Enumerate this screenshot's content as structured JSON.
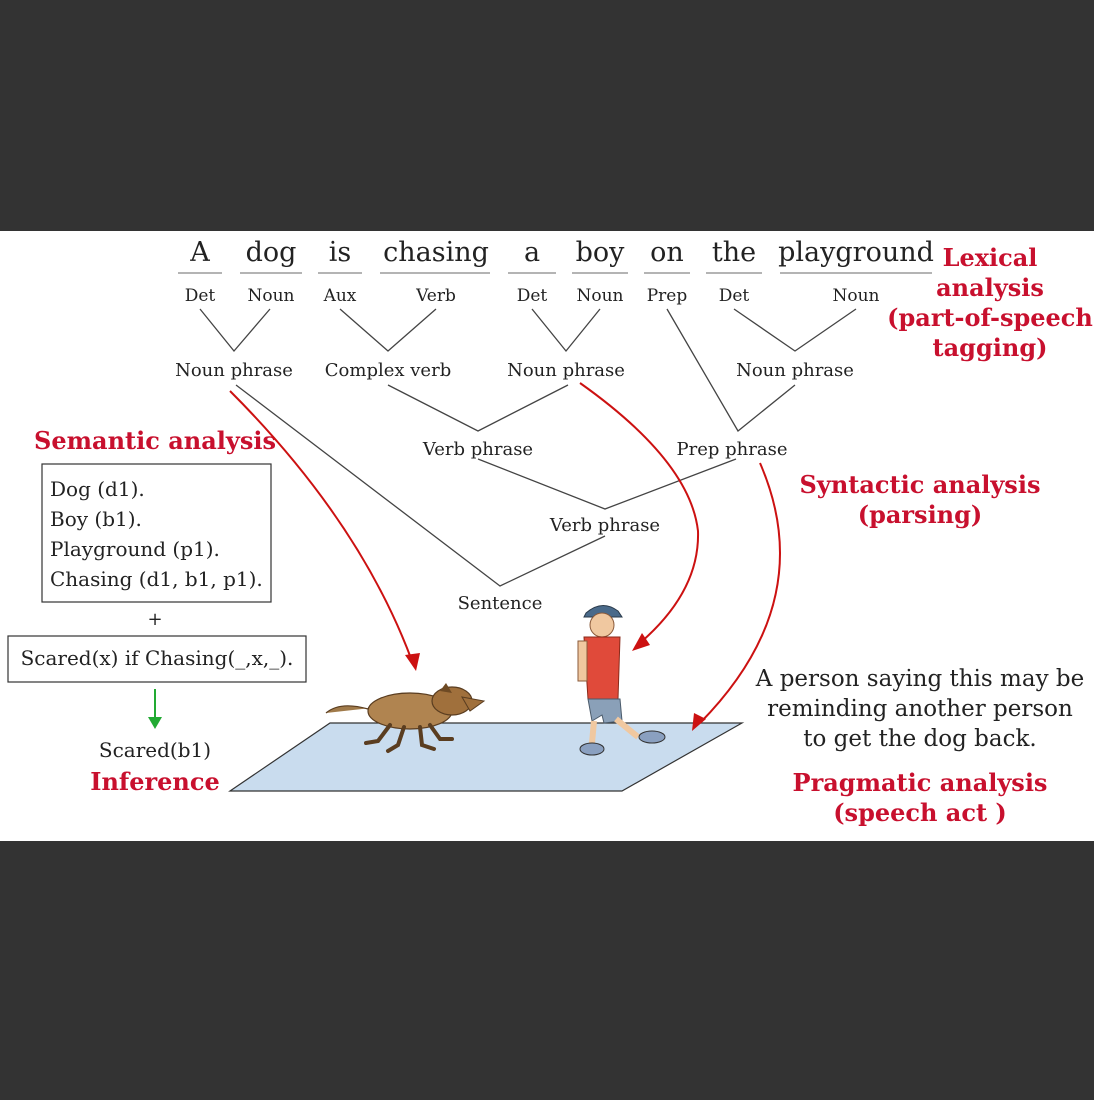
{
  "colors": {
    "background": "#333333",
    "panel": "#ffffff",
    "red_label": "#c8102e",
    "tree_line": "#444444",
    "arrow_red": "#cc1111",
    "arrow_green": "#22aa33",
    "ground": "#c9dcee"
  },
  "words": [
    "A",
    "dog",
    "is",
    "chasing",
    "a",
    "boy",
    "on",
    "the",
    "playground"
  ],
  "tags": [
    "Det",
    "Noun",
    "Aux",
    "Verb",
    "Det",
    "Noun",
    "Prep",
    "Det",
    "Noun"
  ],
  "phrases": {
    "np1": "Noun phrase",
    "cv": "Complex verb",
    "np2": "Noun phrase",
    "np3": "Noun phrase",
    "vp1": "Verb phrase",
    "pp": "Prep phrase",
    "vp2": "Verb phrase",
    "sentence": "Sentence"
  },
  "labels": {
    "lexical": [
      "Lexical",
      "analysis",
      "(part-of-speech",
      "tagging)"
    ],
    "syntactic": [
      "Syntactic analysis",
      "(parsing)"
    ],
    "semantic": "Semantic analysis",
    "inference": "Inference",
    "pragmatic": [
      "Pragmatic analysis",
      "(speech act )"
    ]
  },
  "semantic_facts": [
    "Dog (d1).",
    "Boy (b1).",
    "Playground (p1).",
    "Chasing (d1, b1, p1)."
  ],
  "plus": "+",
  "rule": "Scared(x) if Chasing(_,x,_).",
  "conclusion": "Scared(b1)",
  "speech_act": [
    "A person saying this may be",
    "reminding another person",
    "to get the dog back."
  ],
  "icons": {
    "dog": "dog-illustration",
    "boy": "boy-illustration",
    "ground": "playground-plane"
  }
}
